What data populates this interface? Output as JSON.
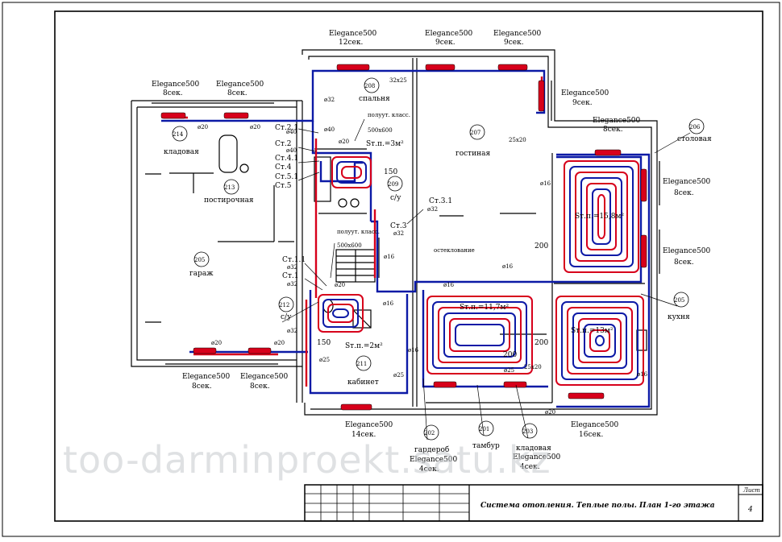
{
  "colors": {
    "supply": "#d7001b",
    "return": "#0c1aa6",
    "line": "#000000",
    "watermark": "#c4c8cc"
  },
  "radiators": [
    {
      "model": "Elegance500",
      "sections": "12сек."
    },
    {
      "model": "Elegance500",
      "sections": "9сек."
    },
    {
      "model": "Elegance500",
      "sections": "9сек."
    },
    {
      "model": "Elegance500",
      "sections": "8сек."
    },
    {
      "model": "Elegance500",
      "sections": "8сек."
    },
    {
      "model": "Elegance500",
      "sections": "9сек."
    },
    {
      "model": "Elegance500",
      "sections": "8сек."
    },
    {
      "model": "Elegance500",
      "sections": "8сек."
    },
    {
      "model": "Elegance500",
      "sections": "8сек."
    },
    {
      "model": "Elegance500",
      "sections": "8сек."
    },
    {
      "model": "Elegance500",
      "sections": "8сек."
    },
    {
      "model": "Elegance500",
      "sections": "14сек."
    },
    {
      "model": "Elegance500",
      "sections": "16сек."
    },
    {
      "model": "Elegance500",
      "sections": "4сек."
    },
    {
      "model": "Elegance500",
      "sections": "4сек."
    }
  ],
  "rooms": [
    {
      "num": "208",
      "name": "спальня"
    },
    {
      "num": "207",
      "name": "гостиная"
    },
    {
      "num": "206",
      "name": "столовая"
    },
    {
      "num": "214",
      "name": "кладовая"
    },
    {
      "num": "213",
      "name": "постирочная"
    },
    {
      "num": "209",
      "name": "с/у"
    },
    {
      "num": "205",
      "name": "гараж"
    },
    {
      "num": "212",
      "name": "с/у"
    },
    {
      "num": "211",
      "name": "кабинет"
    },
    {
      "num": "205",
      "name": "кухня"
    },
    {
      "num": "202",
      "name": "гардероб"
    },
    {
      "num": "201",
      "name": "тамбур"
    },
    {
      "num": "203",
      "name": "кладовая"
    }
  ],
  "risers": [
    "Ст.2.1",
    "Ст.2",
    "Ст.4.1",
    "Ст.4",
    "Ст.5.1",
    "Ст.5",
    "Ст.3.1",
    "Ст.3",
    "Ст.1.1",
    "Ст.1"
  ],
  "heated_floor": [
    {
      "label": "Sт.п.=3м²"
    },
    {
      "label": "Sт.п.=15,8м²"
    },
    {
      "label": "Sт.п.=11,7м²"
    },
    {
      "label": "Sт.п.=13м²"
    },
    {
      "label": "Sт.п.=2м²"
    }
  ],
  "collectors": [
    {
      "text": "полуут. класс.",
      "size": "500х600"
    },
    {
      "text": "полуут. класс.",
      "size": "500х600"
    }
  ],
  "pipes": {
    "p32x25": "32х25",
    "d32": "ø32",
    "d20": "ø20",
    "d25": "ø25",
    "d16": "ø16",
    "d40": "ø40",
    "s25x20": "25х20"
  },
  "dims": {
    "d150": "150",
    "d200": "200"
  },
  "notes": {
    "glass": "остеклование"
  },
  "title_block": {
    "title": "Система отопления. Теплые полы. План 1-го этажа",
    "sheet_label": "Лист",
    "sheet_num": "4"
  },
  "watermark": "too-darminproekt.satu.kz"
}
